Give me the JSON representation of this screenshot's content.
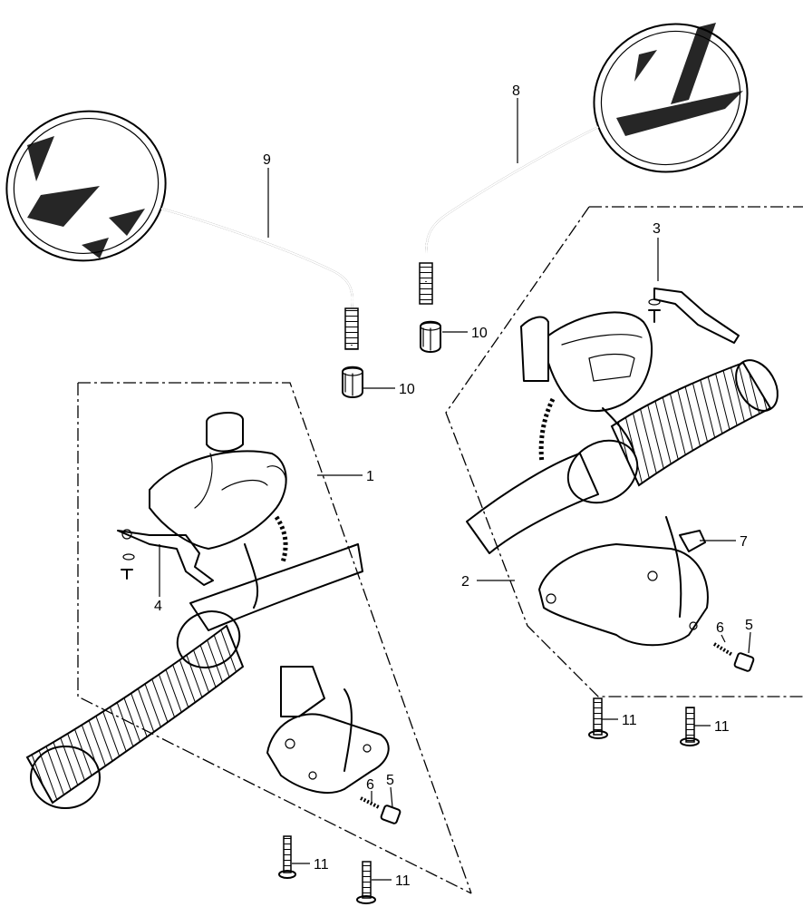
{
  "callouts": {
    "c1": "1",
    "c2": "2",
    "c3": "3",
    "c4": "4",
    "c5_left": "5",
    "c5_right": "5",
    "c6_left": "6",
    "c6_right": "6",
    "c7": "7",
    "c8": "8",
    "c9": "9",
    "c10_left": "10",
    "c10_right": "10",
    "c11_a": "11",
    "c11_b": "11",
    "c11_c": "11",
    "c11_d": "11"
  }
}
